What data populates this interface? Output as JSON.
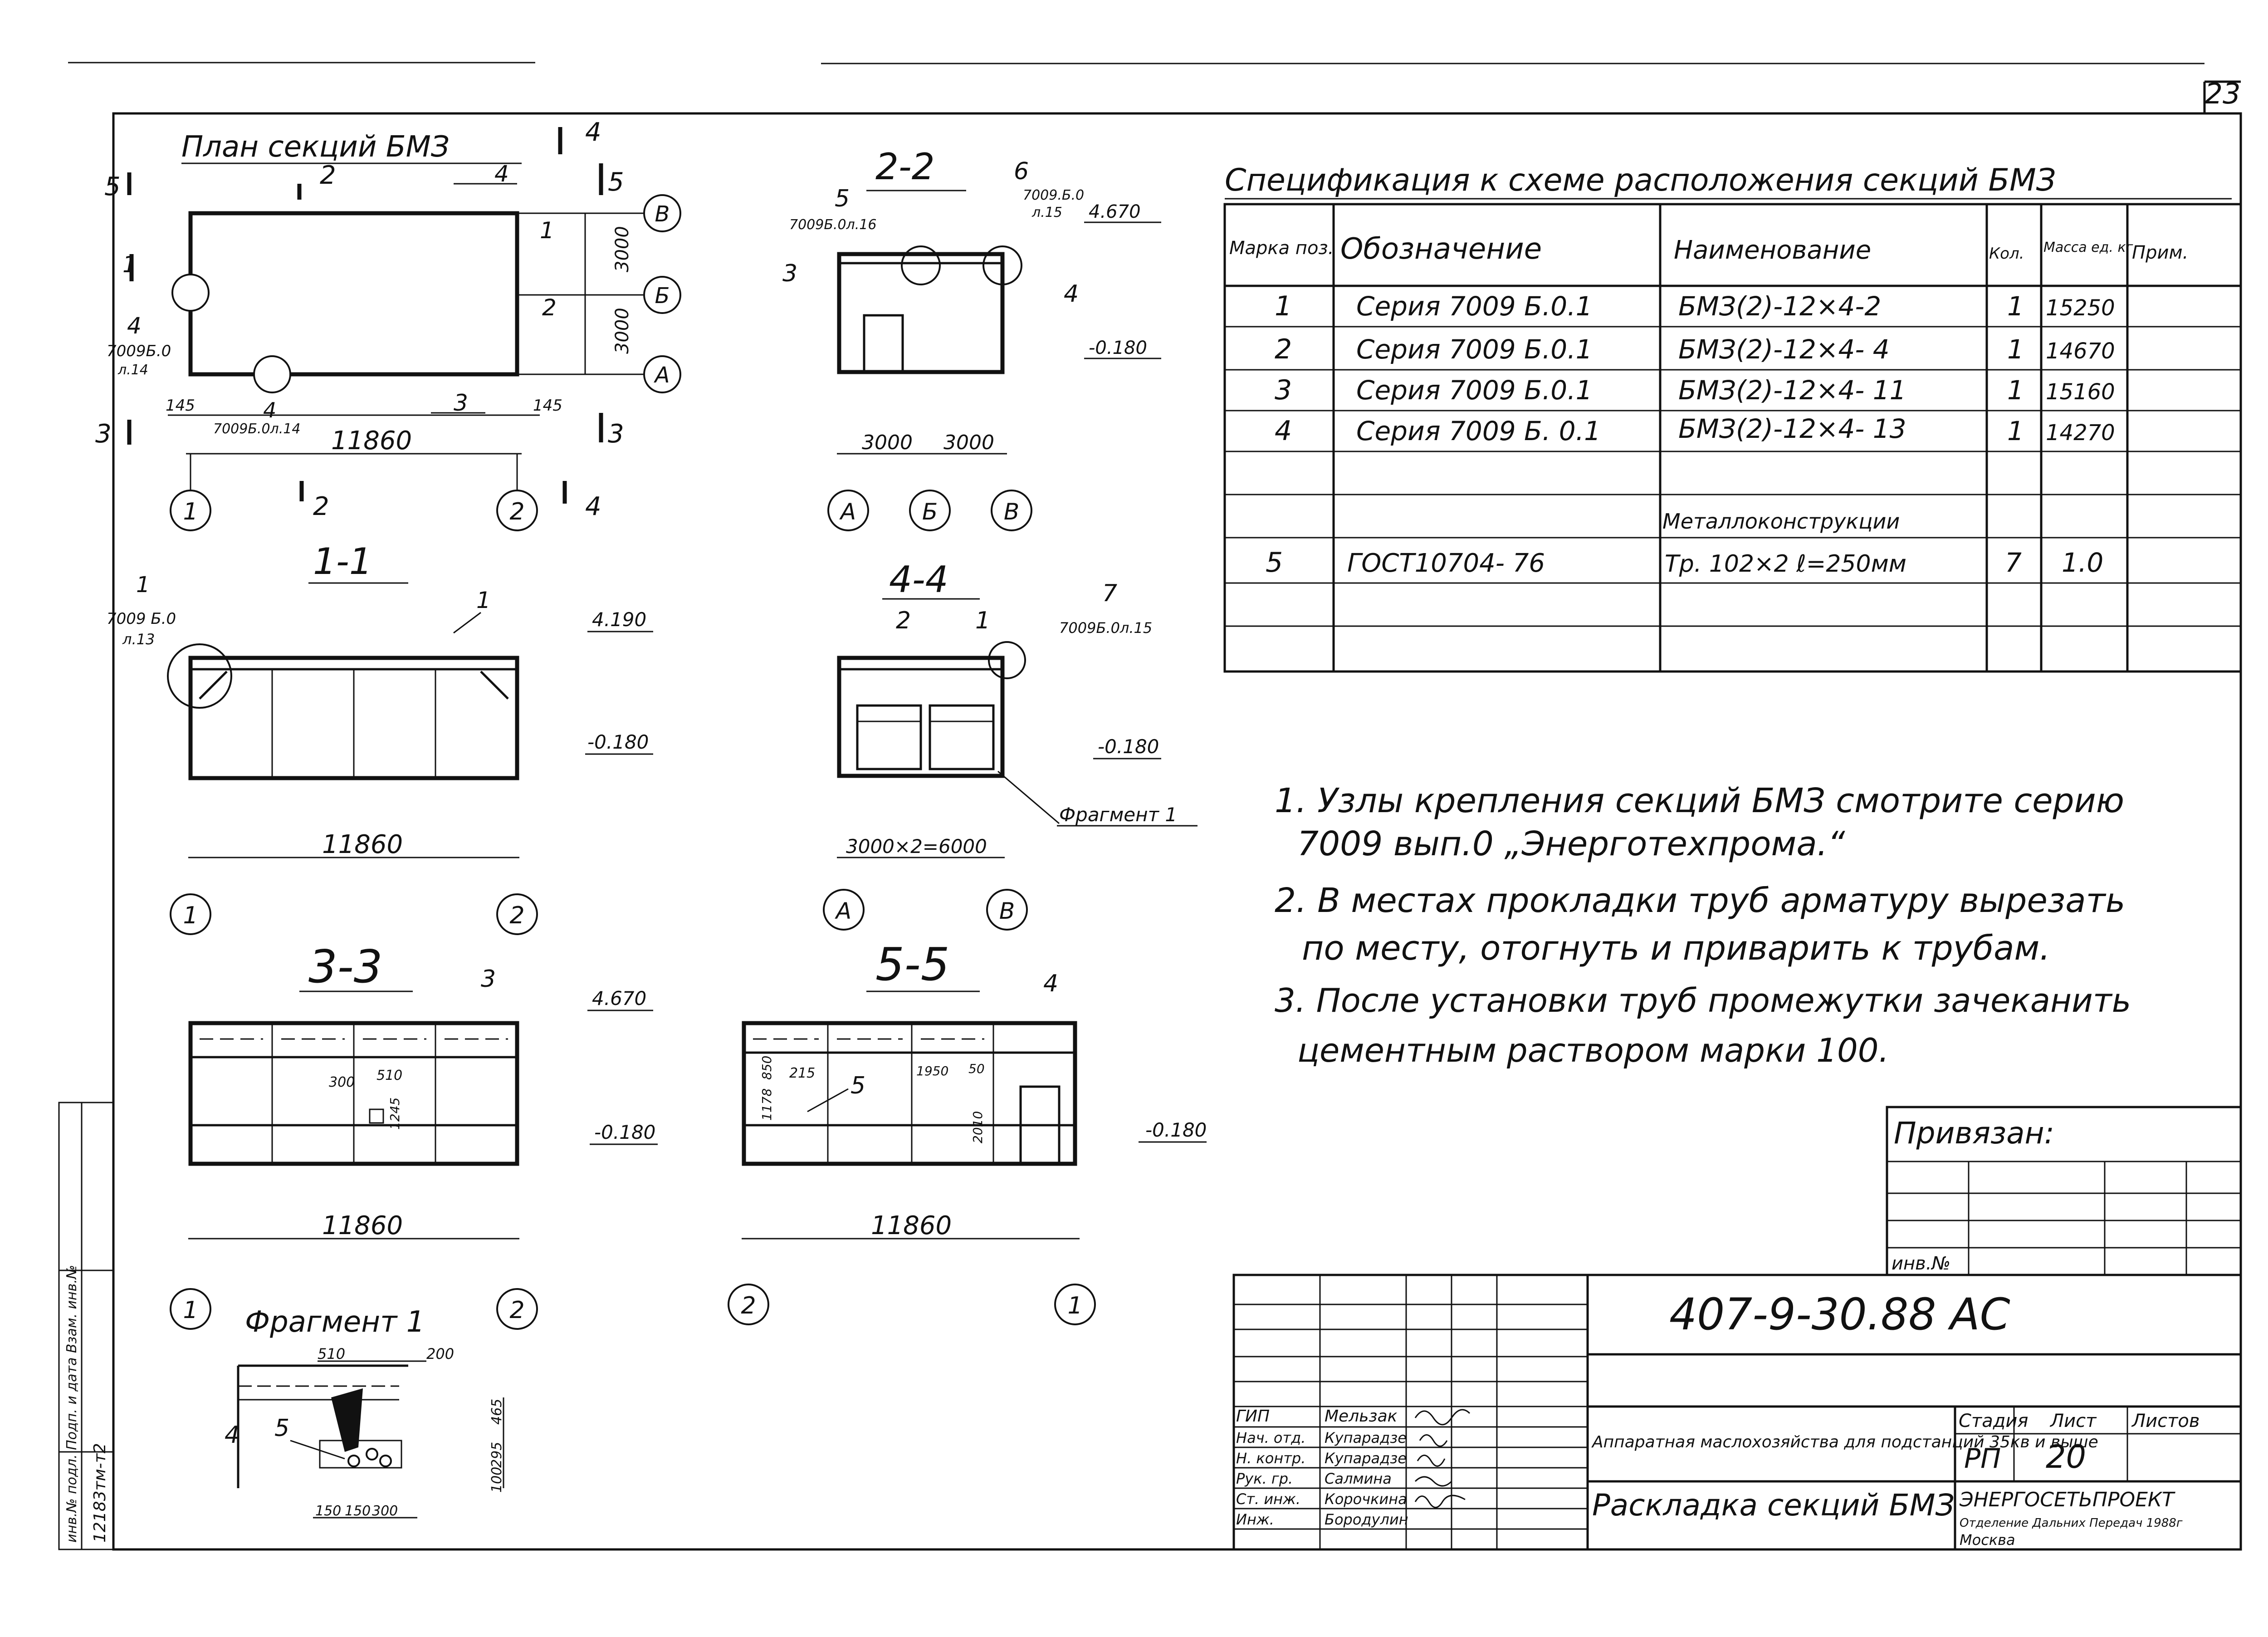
{
  "sheet": {
    "page_number": "23",
    "drawing_code": "407-9-30.88 АС"
  },
  "plan": {
    "title": "План секций БМЗ",
    "dim_length": "11860",
    "dim_left": "145",
    "dim_right": "145",
    "dim_span1": "3000",
    "dim_span2": "3000",
    "callout_left_num": "4",
    "callout_left_ref": "7009Б.0",
    "callout_left_sheet": "л.14",
    "callout_bottom": "7009Б.0л.14",
    "callout_bottom_num": "4",
    "mark1": "1",
    "mark2": "2",
    "mark3": "3",
    "mark4": "4",
    "sec2": "2",
    "sec4": "4",
    "sec5": "5",
    "sec3": "3",
    "sec1": "1",
    "axis_1": "1",
    "axis_2": "2",
    "axis_A": "А",
    "axis_B": "Б",
    "axis_V": "В"
  },
  "sec22": {
    "title": "2-2",
    "c5_num": "5",
    "c5_ref": "7009Б.0л.16",
    "c6_num": "6",
    "c6_ref": "7009.Б.0",
    "c6_sheet": "л.15",
    "elev_top": "4.670",
    "elev_bot": "-0.180",
    "mark3": "3",
    "mark4": "4",
    "dim1": "3000",
    "dim2": "3000",
    "axis_A": "А",
    "axis_B": "Б",
    "axis_V": "В"
  },
  "sec11": {
    "title": "1-1",
    "c1_num": "1",
    "c1_ref": "7009 Б.0",
    "c1_sheet": "л.13",
    "mark1": "1",
    "elev_top": "4.190",
    "elev_bot": "-0.180",
    "dim": "11860",
    "axis_1": "1",
    "axis_2": "2"
  },
  "sec44": {
    "title": "4-4",
    "mark2": "2",
    "mark1": "1",
    "c7_num": "7",
    "c7_ref": "7009Б.0л.15",
    "elev_bot": "-0.180",
    "fragment": "Фрагмент 1",
    "dim": "3000×2=6000",
    "axis_A": "А",
    "axis_V": "В"
  },
  "sec33": {
    "title": "3-3",
    "mark": "3",
    "elev_top": "4.670",
    "elev_bot": "-0.180",
    "d300": "300",
    "d510": "510",
    "d1245": "1245",
    "dim": "11860",
    "axis_1": "1",
    "axis_2": "2"
  },
  "sec55": {
    "title": "5-5",
    "mark4": "4",
    "mark5": "5",
    "elev_bot": "-0.180",
    "d215": "215",
    "d1178": "1178",
    "d850": "850",
    "d1950": "1950",
    "d50": "50",
    "d2010": "2010",
    "dim": "11860",
    "axis_2": "2",
    "axis_1": "1"
  },
  "fragment1": {
    "title": "Фрагмент 1",
    "d510": "510",
    "d200": "200",
    "d465": "465",
    "d100": "100",
    "d295": "295",
    "d150": "150",
    "d150b": "150",
    "d300": "300",
    "mark4": "4",
    "mark5": "5"
  },
  "spec": {
    "title": "Спецификация к схеме расположения секций БМЗ",
    "headers": [
      "Марка поз.",
      "Обозначение",
      "Наименование",
      "Кол.",
      "Масса ед. кг.",
      "Прим."
    ],
    "rows": [
      [
        "1",
        "Серия 7009 Б.0.1",
        "БМЗ(2)-12×4-2",
        "1",
        "15250",
        ""
      ],
      [
        "2",
        "Серия 7009 Б.0.1",
        "БМЗ(2)-12×4- 4",
        "1",
        "14670",
        ""
      ],
      [
        "3",
        "Серия 7009 Б.0.1",
        "БМЗ(2)-12×4- 11",
        "1",
        "15160",
        ""
      ],
      [
        "4",
        "Серия 7009 Б. 0.1",
        "БМЗ(2)-12×4- 13",
        "1",
        "14270",
        ""
      ],
      [
        "",
        "",
        "",
        "",
        "",
        ""
      ],
      [
        "",
        "",
        "Металлоконструкции",
        "",
        "",
        ""
      ],
      [
        "5",
        "ГОСТ10704- 76",
        "Тр. 102×2 ℓ=250мм",
        "7",
        "1.0",
        ""
      ],
      [
        "",
        "",
        "",
        "",
        "",
        ""
      ],
      [
        "",
        "",
        "",
        "",
        "",
        ""
      ]
    ]
  },
  "notes": [
    "1. Узлы крепления секций БМЗ смотрите серию",
    "7009 вып.0 „Энерготехпрома.“",
    "2. В местах прокладки труб арматуру вырезать",
    "по месту, отогнуть и приварить к трубам.",
    "3. После установки труб промежутки зачеканить",
    "цементным раствором марки 100."
  ],
  "privyazan": {
    "label": "Привязан:",
    "inv": "инв.№"
  },
  "titleblock": {
    "code": "407-9-30.88 АС",
    "project_title": "Аппаратная маслохозяйства для подстанций 35кв и выше",
    "sheet_title": "Раскладка секций БМЗ",
    "stage_label": "Стадия",
    "sheet_label": "Лист",
    "sheets_label": "Листов",
    "stage": "РП",
    "sheet": "20",
    "org": "ЭНЕРГОСЕТЬПРОЕКТ",
    "org2": "Отделение Дальних Передач 1988г",
    "city": "Москва",
    "roles": [
      {
        "role": "ГИП",
        "name": "Мельзак"
      },
      {
        "role": "Нач. отд.",
        "name": "Купарадзе"
      },
      {
        "role": "Н. контр.",
        "name": "Купарадзе"
      },
      {
        "role": "Рук. гр.",
        "name": "Салмина"
      },
      {
        "role": "Ст. инж.",
        "name": "Корочкина"
      },
      {
        "role": "Инж.",
        "name": "Бородулин"
      }
    ]
  },
  "sidebar": {
    "text1": "12183тм-т2",
    "text2": "инв.№ подл. Подп. и дата Взам. инв.№"
  }
}
